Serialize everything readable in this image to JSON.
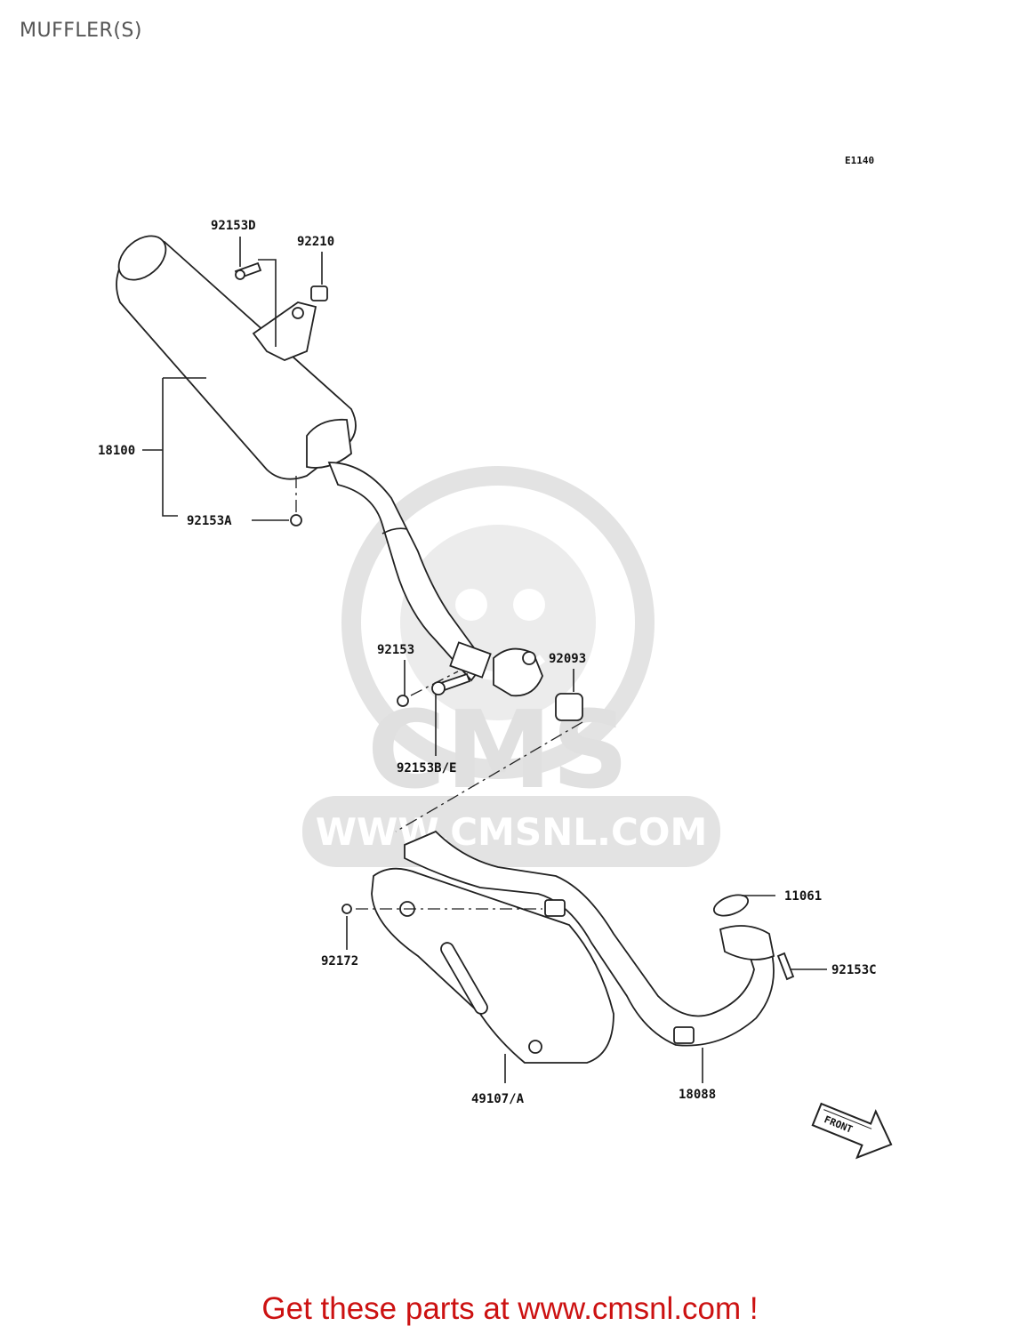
{
  "page": {
    "title": "MUFFLER(S)",
    "diagram_code": "E1140",
    "footer_text": "Get these parts at www.cmsnl.com !"
  },
  "watermark": {
    "brand": "CMS",
    "url": "WWW.CMSNL.COM"
  },
  "parts": [
    {
      "number": "92153D"
    },
    {
      "number": "92210"
    },
    {
      "number": "18100"
    },
    {
      "number": "92153A"
    },
    {
      "number": "92153"
    },
    {
      "number": "92093"
    },
    {
      "number": "92153B/E"
    },
    {
      "number": "11061"
    },
    {
      "number": "92153C"
    },
    {
      "number": "92172"
    },
    {
      "number": "49107/A"
    },
    {
      "number": "18088"
    }
  ],
  "direction_marker": "FRONT",
  "colors": {
    "title": "#555555",
    "footer": "#cc1111",
    "line_art": "#222222",
    "watermark": "#d9d9d9"
  }
}
